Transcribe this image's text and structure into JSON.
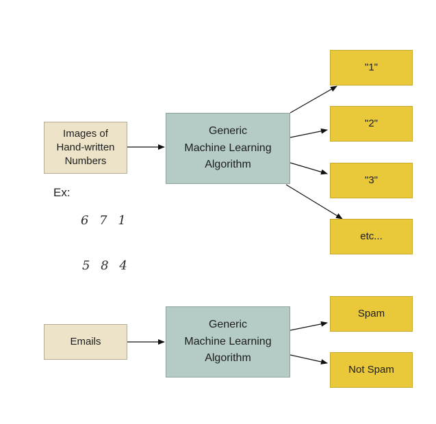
{
  "top_flow": {
    "input": {
      "label": "Images of\nHand-written\nNumbers"
    },
    "example": {
      "label": "Ex:",
      "digits_row1": "6 7 1",
      "digits_row2": "5 8 4"
    },
    "algorithm": {
      "label": "Generic\nMachine Learning\nAlgorithm"
    },
    "outputs": [
      {
        "label": "\"1\""
      },
      {
        "label": "\"2\""
      },
      {
        "label": "\"3\""
      },
      {
        "label": "etc..."
      }
    ]
  },
  "bottom_flow": {
    "input": {
      "label": "Emails"
    },
    "algorithm": {
      "label": "Generic\nMachine Learning\nAlgorithm"
    },
    "outputs": [
      {
        "label": "Spam"
      },
      {
        "label": "Not Spam"
      }
    ]
  },
  "colors": {
    "input_fill": "#ede3c9",
    "algorithm_fill": "#b5cbc6",
    "output_fill": "#e9c83a",
    "arrow": "#111111"
  }
}
